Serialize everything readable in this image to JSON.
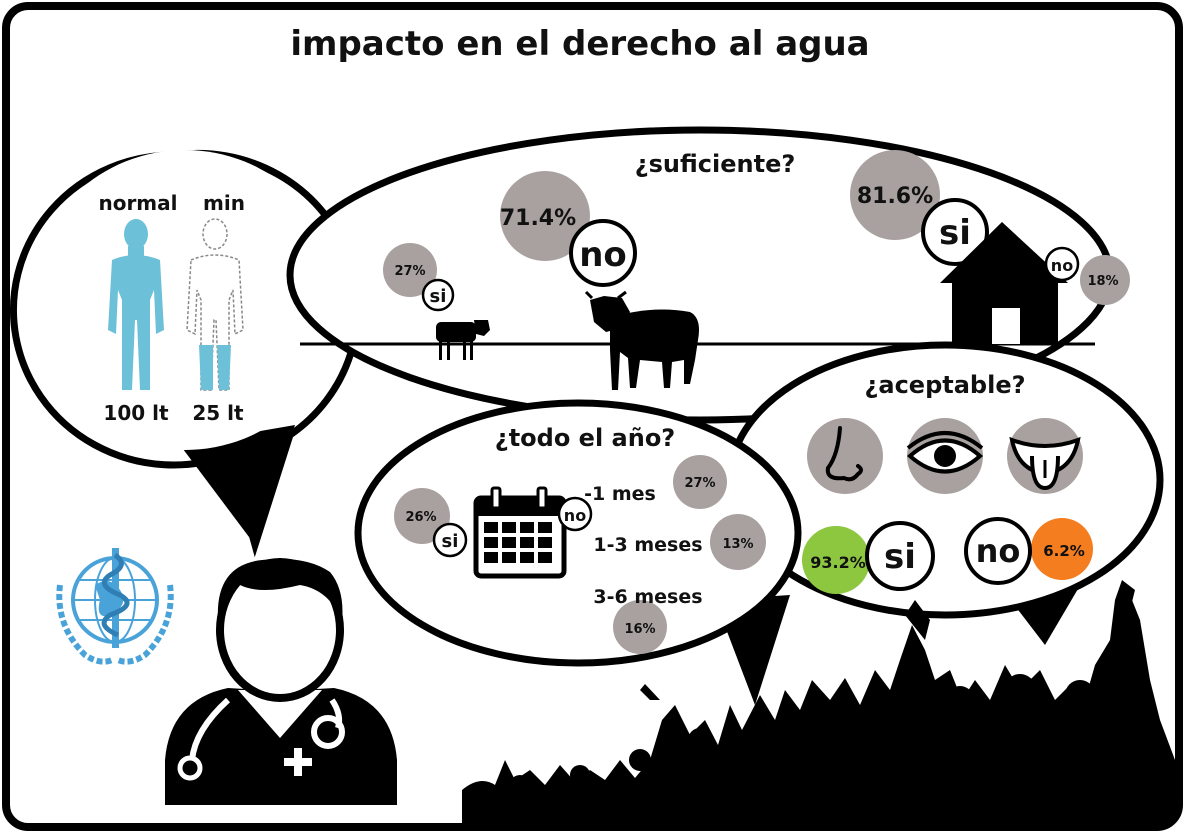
{
  "title": "impacto en el derecho al agua",
  "bodies": {
    "normal_label": "normal",
    "min_label": "min",
    "normal_amount": "100 lt",
    "min_amount": "25 lt"
  },
  "suficiente": {
    "question": "¿suficiente?",
    "animal_si_pct": "27%",
    "animal_si_label": "si",
    "animal_no_pct": "71.4%",
    "animal_no_label": "no",
    "house_si_pct": "81.6%",
    "house_si_label": "si",
    "house_no_label": "no",
    "house_no_pct": "18%"
  },
  "todo_el_ano": {
    "question": "¿todo el año?",
    "si_pct": "26%",
    "si_label": "si",
    "no_label": "no",
    "ranges": [
      {
        "label": "-1 mes",
        "pct": "27%"
      },
      {
        "label": "1-3 meses",
        "pct": "13%"
      },
      {
        "label": "3-6 meses",
        "pct": "16%"
      }
    ]
  },
  "aceptable": {
    "question": "¿aceptable?",
    "senses": [
      "nose-icon",
      "eye-icon",
      "tongue-icon"
    ],
    "si_pct": "93.2%",
    "si_label": "si",
    "no_label": "no",
    "no_pct": "6.2%"
  },
  "colors": {
    "body_fill": "#6cc0d8",
    "gray_bubble": "#a8a19f",
    "green": "#8dc63f",
    "orange": "#f47d20",
    "who_blue": "#4aa3d8"
  }
}
